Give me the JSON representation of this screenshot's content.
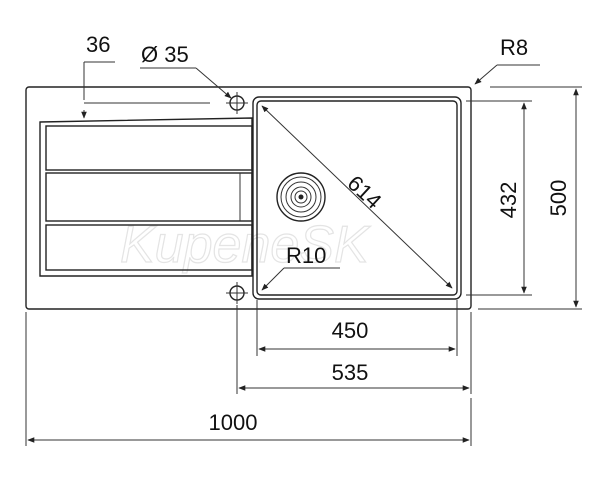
{
  "watermark": "KupeneSK",
  "dimensions": {
    "bowl_corner_radius": "R8",
    "drain_hole_diameter": "Ø 35",
    "faucet_offset": "36",
    "bowl_diagonal": "614",
    "inner_corner_radius": "R10",
    "bowl_depth": "432",
    "overall_depth": "500",
    "bowl_width": "450",
    "bowl_to_faucet_width": "535",
    "overall_width": "1000"
  }
}
